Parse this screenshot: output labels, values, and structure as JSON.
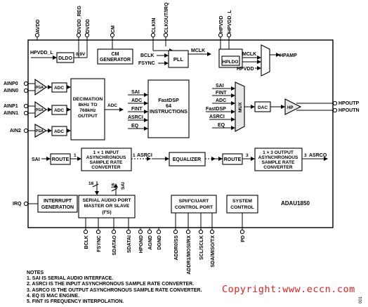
{
  "top_pins": {
    "avdd": "AVDD",
    "dvdd_reg": "DVDD_REG",
    "dvdd": "DVDD",
    "cm": "CM",
    "clkin": "CLKIN",
    "clkout_irq": "CLKOUT/IRQ",
    "hpvdd": "HPVDD",
    "hpvdd_l": "HPVDD_L"
  },
  "left_pins": {
    "ainp0": "AINP0",
    "ainn0": "AINN0",
    "ainp1": "AINP1",
    "ainn1": "AINN1",
    "ain2": "AIN2",
    "irq": "IRQ"
  },
  "right_pins": {
    "hpoutp": "HPOUTP",
    "hpoutn": "HPOUTN"
  },
  "bottom_pins": {
    "bclk": "BCLK",
    "fsync": "FSYNC",
    "sdatao": "SDATAO",
    "sdatai": "SDATAI",
    "hpgnd": "HPGND",
    "agnd": "AGND",
    "dgnd": "DGND",
    "addr0_ss": "ADDR0/SS",
    "addr1_mosi_rx": "ADDR1/MOSI/RX",
    "scl_sclk": "SCL/SCLK",
    "sda_miso_tx": "SDA/MISO/TX",
    "pd": "PD"
  },
  "blocks": {
    "hpvdd_l_in": "HPVDD_L",
    "v09": "0.9V",
    "dldo": "DLDO",
    "cm_gen": [
      "CM",
      "GENERATOR"
    ],
    "pll_in_bclk": "BCLK",
    "pll_in_fsync": "FSYNC",
    "pll": "PLL",
    "mclk_out": "MCLK",
    "mclk_in": "MCLK",
    "hpldo": "HPLDO",
    "hpvdd_in": "HPVDD",
    "hpamp": "HPAMP",
    "pga": "PGA",
    "adc": "ADC",
    "decimation": [
      "DECIMATION",
      "8kHz TO",
      "768kHz",
      "OUTPUT"
    ],
    "adc_label": "ADC",
    "mux_inputs_a": [
      "SAI",
      "ADC",
      "FINT",
      "ASRCI"
    ],
    "fastdsp": [
      "FastDSP",
      "64",
      "INSTRUCTIONS"
    ],
    "eq_label": "EQ",
    "mux_inputs_b": [
      "SAI",
      "FINT",
      "ADC",
      "FastDSP",
      "ASRCI",
      "EQ"
    ],
    "mux": "MUX",
    "dac": "DAC",
    "hp": "HP",
    "sai_label": "SAI",
    "route1": "ROUTE",
    "asrc_in": [
      "1 × 1 INPUT",
      "ASYNCHRONOUS",
      "SAMPLE RATE",
      "CONVERTER"
    ],
    "asrci_out": "ASRCI",
    "equalizer": "EQUALIZER",
    "route2": "ROUTE",
    "asrc_out": [
      "1 × 3 OUTPUT",
      "ASYNCHRONOUS",
      "SAMPLE RATE",
      "CONVERTER"
    ],
    "asrco_out": "ASRCO",
    "num_1a": "1",
    "num_1b": "1",
    "num_3a": "3",
    "num_3b": "3",
    "num_16a": "16",
    "num_16b": "16",
    "sai_vertical": "SAI",
    "interrupt": [
      "INTERRUPT",
      "GENERATION"
    ],
    "serial_port": [
      "SERIAL AUDIO PORT",
      "MASTER OR SLAVE",
      "(I²S)"
    ],
    "control_port": [
      "SPI/I²C/UART",
      "CONTROL PORT"
    ],
    "system_control": [
      "SYSTEM",
      "CONTROL"
    ],
    "part_name": "ADAU1850"
  },
  "notes": {
    "title": "NOTES",
    "items": [
      "1. SAI IS SERIAL AUDIO INTERFACE.",
      "2. ASRCI IS THE INPUT ASYNCHRONOUS SAMPLE RATE CONVERTER.",
      "3. ASRCO IS THE OUTPUT ASYNCHRONOUS SAMPLE RATE CONVERTER.",
      "4. EQ IS MAC ENGINE.",
      "5. FINT IS FREQUENCY INTERPOLATION."
    ]
  },
  "watermark": "Copyright:www.eccn.com",
  "figure_id": "001"
}
